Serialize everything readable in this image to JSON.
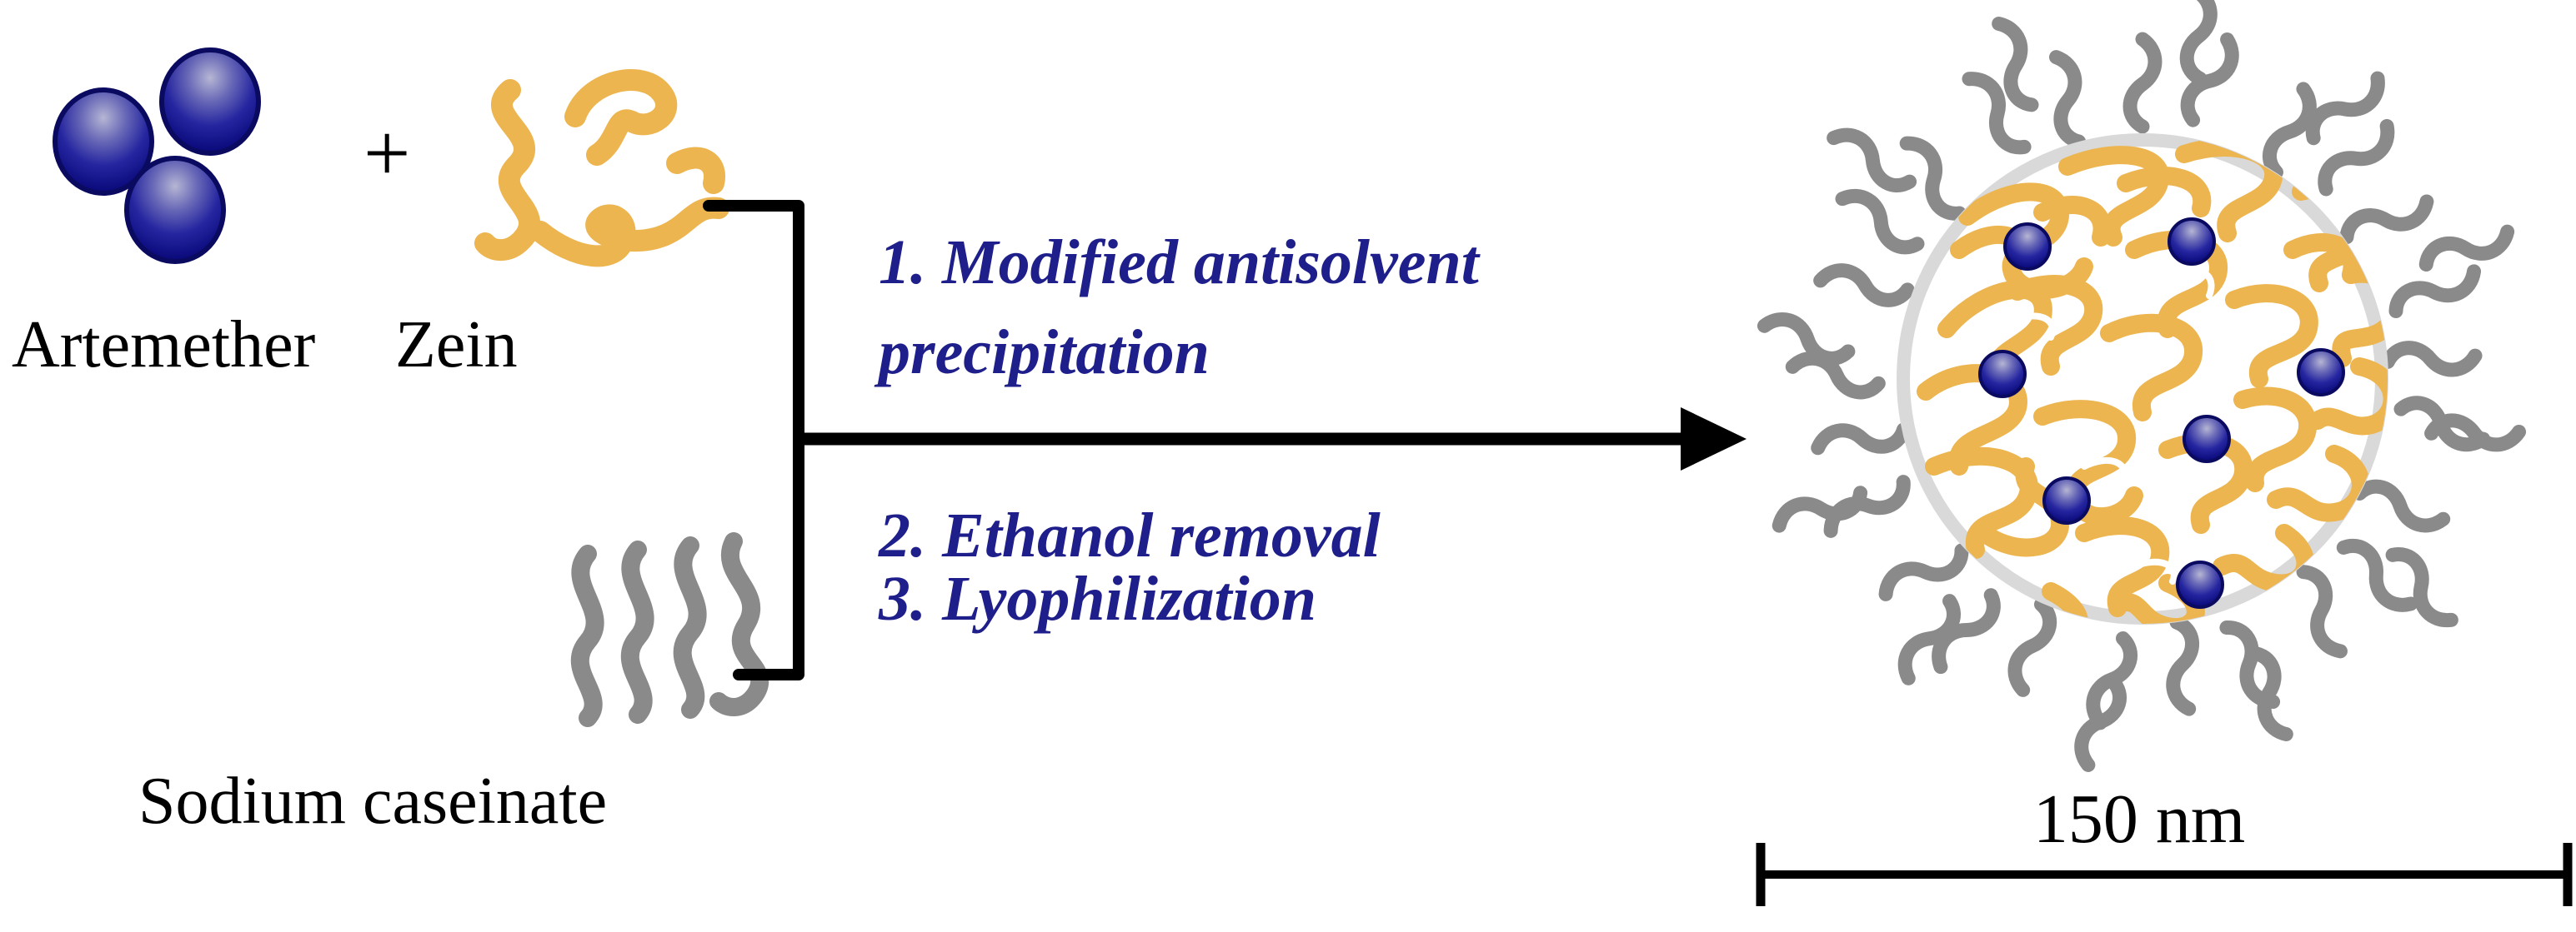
{
  "figure": {
    "labels": {
      "artemether": "Artemether",
      "plus": "+",
      "zein": "Zein",
      "sodium_caseinate": "Sodium caseinate",
      "scale_bar": "150 nm"
    },
    "steps": [
      "1. Modified antisolvent precipitation",
      "2. Ethanol removal",
      "3. Lyophilization"
    ],
    "colors": {
      "drug_sphere": "#15158c",
      "drug_sphere_edge": "#0a0a60",
      "zein": "#ECB54F",
      "caseinate": "#8a8a8a",
      "step_text": "#1f1f8b",
      "label_text": "#000000",
      "particle_ring": "#d9d9d9",
      "arrow": "#000000"
    }
  }
}
